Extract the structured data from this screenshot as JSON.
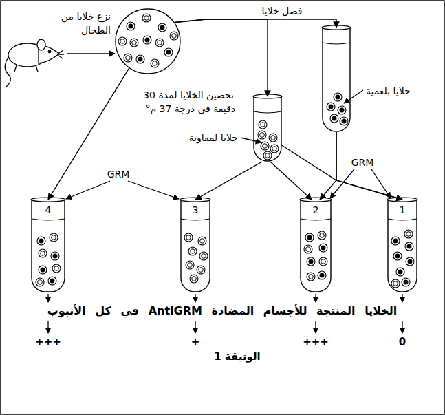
{
  "diagram": {
    "nodes": [
      {
        "text": [
          "نزع خلايا من الطحال"
        ]
      },
      {
        "text": [
          "خلايا بلعمية"
        ]
      },
      {
        "text": [
          "خلايا لمفاوية"
        ]
      },
      {
        "text": [
          "4"
        ]
      },
      {
        "text": [
          "3"
        ]
      },
      {
        "text": [
          "2"
        ]
      },
      {
        "text": [
          "1"
        ]
      }
    ],
    "edges": [
      {
        "from": 0,
        "to": 1,
        "arrow": "to",
        "label": "فصل خلايا"
      },
      {
        "from": 0,
        "to": 2,
        "arrow": "to"
      },
      {
        "from": 0,
        "to": 3,
        "arrow": "to",
        "label": "تحضين الخلايا لمدة 30 دقيقة في درجة 37 م°"
      },
      {
        "from": 2,
        "to": 4,
        "arrow": "to"
      },
      {
        "from": 2,
        "to": 5,
        "arrow": "to"
      },
      {
        "from": 2,
        "to": 6,
        "arrow": "to"
      },
      {
        "from": 1,
        "to": 5,
        "arrow": "to"
      },
      {
        "from": 1,
        "to": 6,
        "arrow": "to"
      }
    ],
    "labels": [
      "GRM",
      "GRM",
      "الخلايا المنتجة للأجسام المضادة AntiGRM في كل الأنبوب",
      "+++",
      "+",
      "+++",
      "0",
      "الوثيقة 1"
    ]
  }
}
